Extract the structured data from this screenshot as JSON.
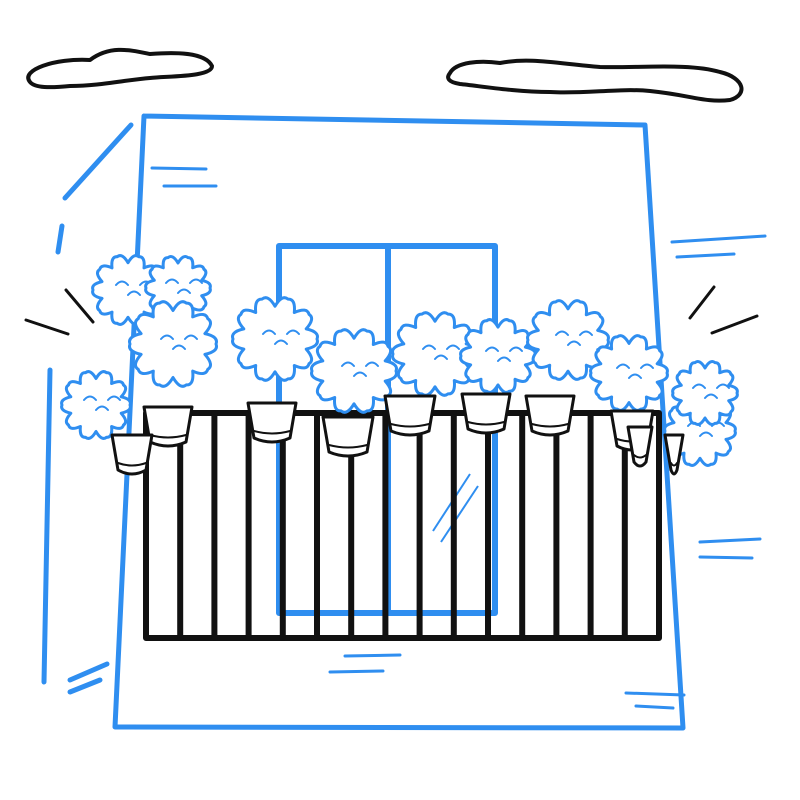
{
  "illustration": {
    "subject": "balcony-with-flower-pots",
    "colors": {
      "outline": "#111111",
      "accent": "#2f8ef0",
      "flower_fill": "#ffffff",
      "background": "#ffffff"
    },
    "counts": {
      "clouds": 2,
      "railing_bars": 14,
      "flower_pots": 10
    }
  }
}
